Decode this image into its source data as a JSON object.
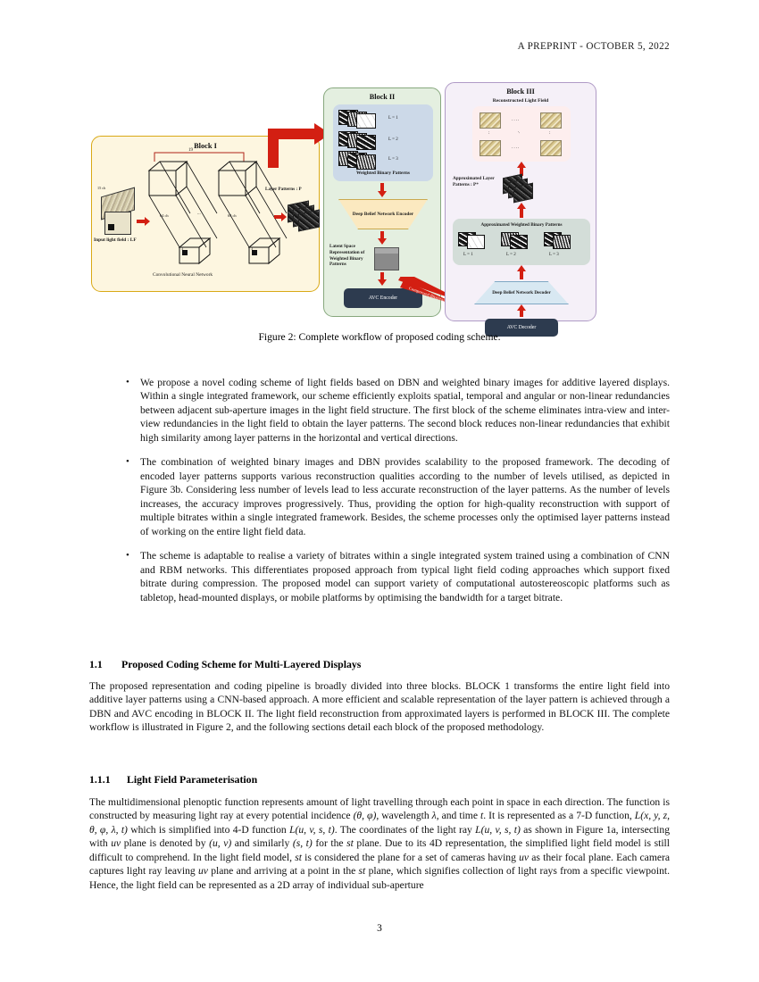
{
  "header": {
    "text_prefix": "A",
    "text": "preprint",
    "separator": "- O",
    "date": "ctober 5, 2022",
    "full": "A PREPRINT - OCTOBER 5, 2022"
  },
  "figure": {
    "caption": "Figure 2: Complete workflow of proposed coding scheme.",
    "block1": {
      "title": "Block I",
      "input_label": "Input light field : LF",
      "network_label": "Convolutional Neural Network",
      "output_label": "Layer Patterns : P",
      "kernel_label": "19",
      "channels_1": "64 ch",
      "channels_2": "64 ch",
      "dots": "...",
      "depth_1": "3",
      "depth_2": "3",
      "input_dim": "15 ch"
    },
    "block2": {
      "title": "Block II",
      "patterns_label": "Weighted Binary Patterns",
      "levels": [
        "L = 1",
        "L = 2",
        "L = 3"
      ],
      "encoder_label": "Deep Belief Network Encoder",
      "latent_label": "Latent Space Representation of Weighted Binary Patterns",
      "avc_label": "AVC Encoder"
    },
    "block3": {
      "title": "Block III",
      "reconstructed_label": "Reconstructed Light Field",
      "approx_layer_label": "Approximated Layer Patterns : P*",
      "approx_binary_label": "Approximated Weighted Binary Patterns",
      "levels": [
        "L = 1",
        "L = 2",
        "L = 3"
      ],
      "decoder_label": "Deep Belief Network Decoder",
      "avc_label": "AVC Decoder",
      "grid_dots_h": "....",
      "grid_dots_v": ":"
    },
    "bitstream_label": "Compressed Bitstream",
    "colors": {
      "block1_fill": "#fdf6e0",
      "block1_border": "#d9a916",
      "block2_fill": "#e4efe0",
      "block2_border": "#87a87e",
      "block3_fill": "#f5f0f8",
      "block3_border": "#b09bc6",
      "arrow_red": "#d31f12",
      "avc_box": "#2d3b4f",
      "encoder_trapezoid": "#fbe9c0",
      "decoder_trapezoid": "#d8e8f2",
      "patterns_panel": "#ccd9e8"
    }
  },
  "bullets": [
    "We propose a novel coding scheme of light fields based on DBN and weighted binary images for additive layered displays. Within a single integrated framework, our scheme efficiently exploits spatial, temporal and angular or non-linear redundancies between adjacent sub-aperture images in the light field structure. The first block of the scheme eliminates intra-view and inter-view redundancies in the light field to obtain the layer patterns. The second block reduces non-linear redundancies that exhibit high similarity among layer patterns in the horizontal and vertical directions.",
    "The combination of weighted binary images and DBN provides scalability to the proposed framework. The decoding of encoded layer patterns supports various reconstruction qualities according to the number of levels utilised, as depicted in Figure 3b. Considering less number of levels lead to less accurate reconstruction of the layer patterns. As the number of levels increases, the accuracy improves progressively. Thus, providing the option for high-quality reconstruction with support of multiple bitrates within a single integrated framework. Besides, the scheme processes only the optimised layer patterns instead of working on the entire light field data.",
    "The scheme is adaptable to realise a variety of bitrates within a single integrated system trained using a combination of CNN and RBM networks. This differentiates proposed approach from typical light field coding approaches which support fixed bitrate during compression. The proposed model can support variety of computational autostereoscopic platforms such as tabletop, head-mounted displays, or mobile platforms by optimising the bandwidth for a target bitrate."
  ],
  "sections": [
    {
      "number": "1.1",
      "title": "Proposed Coding Scheme for Multi-Layered Displays",
      "body": "The proposed representation and coding pipeline is broadly divided into three blocks. BLOCK 1 transforms the entire light field into additive layer patterns using a CNN-based approach. A more efficient and scalable representation of the layer pattern is achieved through a DBN and AVC encoding in BLOCK II. The light field reconstruction from approximated layers is performed in BLOCK III. The complete workflow is illustrated in Figure 2, and the following sections detail each block of the proposed methodology."
    },
    {
      "number": "1.1.1",
      "title": "Light Field Parameterisation",
      "body_part1": "The multidimensional plenoptic function represents amount of light travelling through each point in space in each direction. The function is constructed by measuring light ray at every potential incidence ",
      "math_theta_phi": "(θ, φ)",
      "body_part2": ", wavelength ",
      "math_lambda": "λ",
      "body_part3": ", and time ",
      "math_t": "t",
      "body_part4": ". It is represented as a 7-D function, ",
      "math_7d": "L(x, y, z, θ, φ, λ, t)",
      "body_part5": " which is simplified into 4-D function ",
      "math_4d": "L(u, v, s, t)",
      "body_part6": ". The coordinates of the light ray ",
      "math_4d_b": "L(u, v, s, t)",
      "body_part7": " as shown in Figure 1a, intersecting with ",
      "math_uv": "uv",
      "body_part8": " plane is denoted by ",
      "math_uv_pair": "(u, v)",
      "body_part9": " and similarly ",
      "math_st_pair": "(s, t)",
      "body_part10": " for the ",
      "math_st": "st",
      "body_part11": " plane. Due to its 4D representation, the simplified light field model is still difficult to comprehend. In the light field model, ",
      "math_st_b": "st",
      "body_part12": " is considered the plane for a set of cameras having ",
      "math_uv_b": "uv",
      "body_part13": " as their focal plane. Each camera captures light ray leaving ",
      "math_uv_c": "uv",
      "body_part14": " plane and arriving at a point in the ",
      "math_st_c": "st",
      "body_part15": " plane, which signifies collection of light rays from a specific viewpoint. Hence, the light field can be represented as a 2D array of individual sub-aperture"
    }
  ],
  "page_number": "3"
}
